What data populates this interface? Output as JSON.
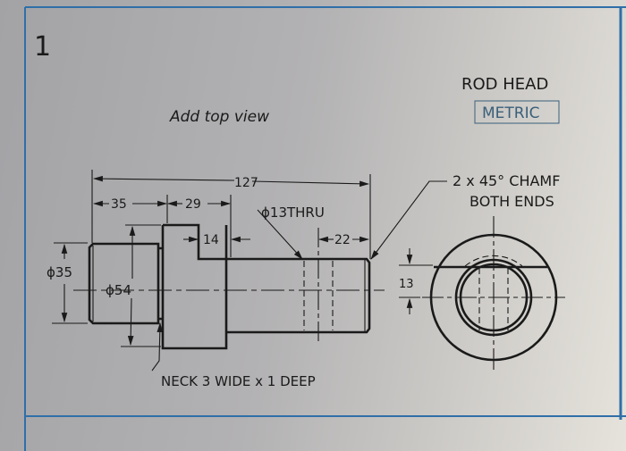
{
  "page_number": "1",
  "instruction": "Add top view",
  "title": "ROD HEAD",
  "units_badge": "METRIC",
  "dimensions": {
    "overall_length": "127",
    "d35_length": "35",
    "d29_length": "29",
    "step_14": "14",
    "hole_offset_22": "22",
    "hole": "ϕ13THRU",
    "dia_35": "ϕ35",
    "dia_54": "ϕ54",
    "flat_13": "13"
  },
  "notes": {
    "chamfer_line1": "2 x 45° CHAMF",
    "chamfer_line2": "BOTH ENDS",
    "neck": "NECK 3 WIDE x 1 DEEP"
  },
  "colors": {
    "border": "#2f6fa8",
    "ink": "#1a1a1a",
    "badge": "#3a5f7a"
  }
}
